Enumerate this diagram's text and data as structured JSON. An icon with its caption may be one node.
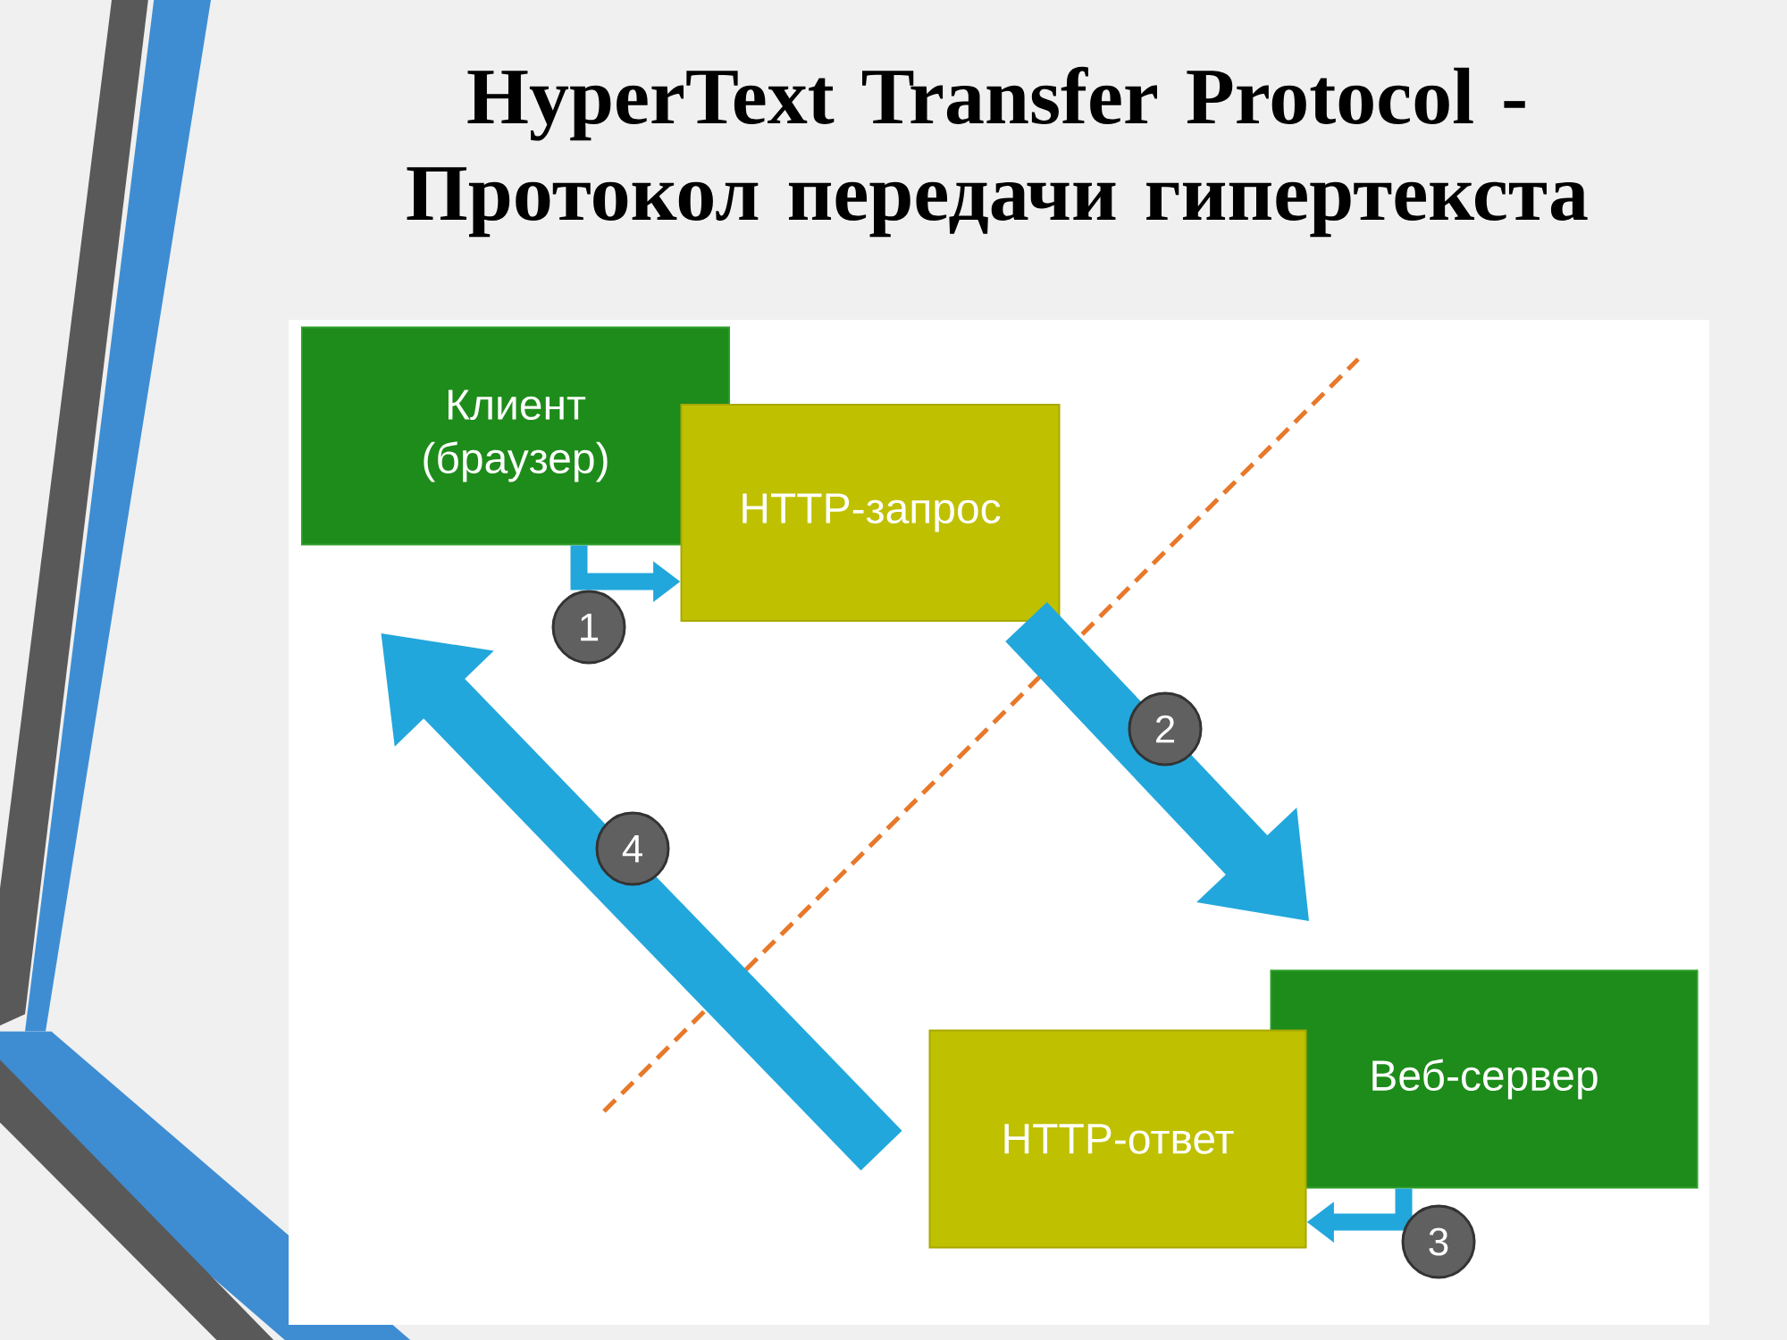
{
  "diagram": {
    "title": "HyperText Transfer Protocol - Протокол передачи гипертекста",
    "nodes": [
      {
        "text": [
          "Клиент (браузер)"
        ]
      },
      {
        "text": [
          "HTTP-запрос"
        ]
      },
      {
        "text": [
          "Веб-сервер"
        ]
      },
      {
        "text": [
          "HTTP-ответ"
        ]
      }
    ],
    "edges": [
      {
        "from": 0,
        "to": 1,
        "arrow": "to",
        "label": "1"
      },
      {
        "from": 1,
        "to": 2,
        "arrow": "to",
        "label": "2",
        "style": "thick"
      },
      {
        "from": 2,
        "to": 3,
        "arrow": "to",
        "label": "3"
      },
      {
        "from": 3,
        "to": 0,
        "arrow": "to",
        "label": "4",
        "style": "thick"
      }
    ]
  }
}
